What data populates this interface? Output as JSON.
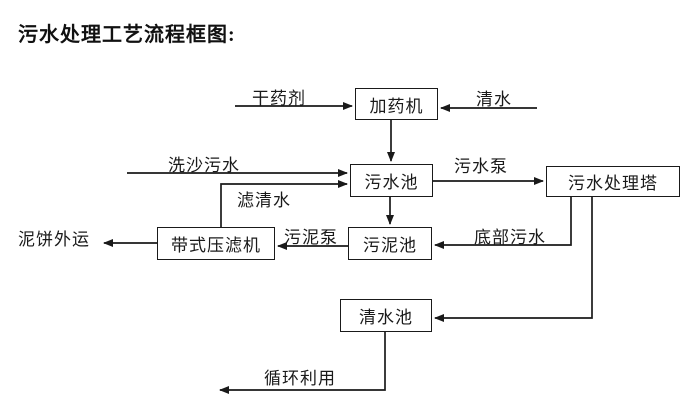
{
  "title": "污水处理工艺流程框图:",
  "diagram": {
    "nodes": {
      "dosing_machine": "加药机",
      "sewage_pool": "污水池",
      "treatment_tower": "污水处理塔",
      "sludge_pool": "污泥池",
      "belt_filter_press": "带式压滤机",
      "clear_water_pool": "清水池"
    },
    "edge_labels": {
      "dry_chemical": "干药剂",
      "clear_water": "清水",
      "sand_washing_sewage": "洗沙污水",
      "filtered_water": "滤清水",
      "sewage_pump": "污水泵",
      "bottom_sewage": "底部污水",
      "sludge_pump": "污泥泵",
      "mud_cake_outbound": "泥饼外运",
      "recycle_use": "循环利用"
    },
    "colors": {
      "line": "#1a1a1a",
      "box_border": "#1a1a1a",
      "background": "#ffffff",
      "text": "#111111"
    }
  }
}
